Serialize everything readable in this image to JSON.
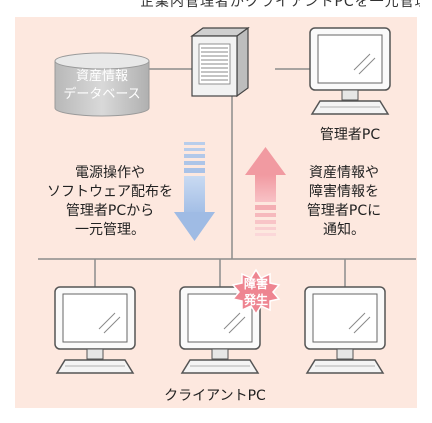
{
  "header_text": "企業内管理者がクライアントPCを一元管理",
  "database_label_line1": "資産情報",
  "database_label_line2": "データベース",
  "admin_pc_label": "管理者PC",
  "left_caption": [
    "電源操作や",
    "ソフトウェア配布を",
    "管理者PCから",
    "一元管理。"
  ],
  "right_caption": [
    "資産情報や",
    "障害情報を",
    "管理者PCに",
    "通知。"
  ],
  "fault_badge": [
    "障害",
    "発生"
  ],
  "client_pc_label": "クライアントPC",
  "colors": {
    "background_panel": "#fde8df",
    "down_arrow": "#a9c3e8",
    "up_arrow": "#f4a5aa",
    "fault_badge": "#ee8591",
    "lines": "#8c8c8c"
  }
}
